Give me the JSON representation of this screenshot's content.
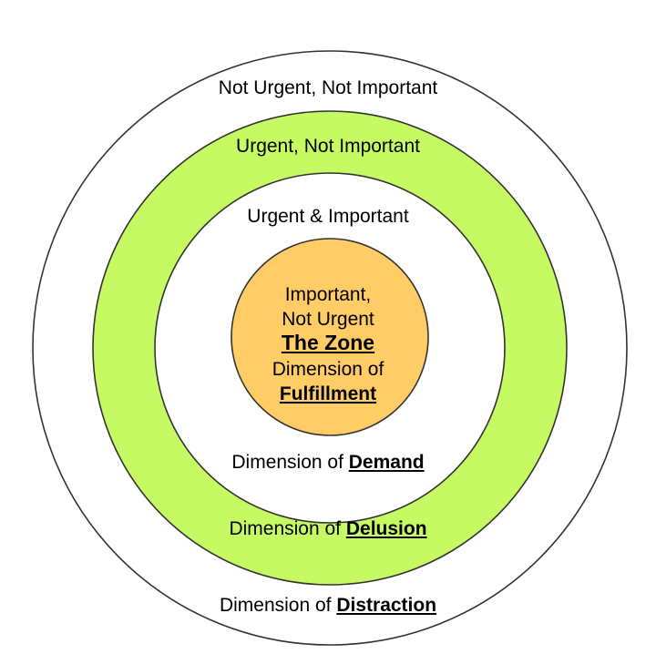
{
  "diagram": {
    "type": "concentric-circles",
    "background": "#ffffff",
    "stroke_color": "#333333",
    "rings": [
      {
        "id": "outer",
        "name": "Not Urgent, Not Important",
        "fill": "#ffffff",
        "top_label": "Not Urgent, Not Important",
        "bottom_label_prefix": "Dimension of ",
        "bottom_label_keyword": "Distraction"
      },
      {
        "id": "green",
        "name": "Urgent, Not Important",
        "fill": "#c6fa63",
        "top_label": "Urgent, Not Important",
        "bottom_label_prefix": "Dimension of ",
        "bottom_label_keyword": "Delusion"
      },
      {
        "id": "white",
        "name": "Urgent & Important",
        "fill": "#ffffff",
        "top_label": "Urgent & Important",
        "bottom_label_prefix": "Dimension of ",
        "bottom_label_keyword": "Demand"
      },
      {
        "id": "core",
        "name": "Important, Not Urgent",
        "fill": "#ffcc66",
        "lines": [
          "Important,",
          "Not Urgent",
          "The Zone",
          "Dimension of",
          "Fulfillment"
        ]
      }
    ]
  },
  "labels": {
    "outer_top": "Not Urgent, Not Important",
    "green_top": "Urgent, Not Important",
    "white_top": "Urgent & Important",
    "core_line_1": "Important,",
    "core_line_2": "Not Urgent",
    "core_line_3": "The Zone",
    "core_line_4": "Dimension of",
    "core_line_5": "Fulfillment",
    "white_bottom_prefix": "Dimension of ",
    "white_bottom_keyword": "Demand",
    "green_bottom_prefix": "Dimension of ",
    "green_bottom_keyword": "Delusion",
    "outer_bottom_prefix": "Dimension of ",
    "outer_bottom_keyword": "Distraction"
  },
  "colors": {
    "green_ring": "#c6fa63",
    "orange_core": "#ffcc66",
    "white_ring": "#ffffff",
    "outline": "#333333",
    "text": "#000000"
  }
}
